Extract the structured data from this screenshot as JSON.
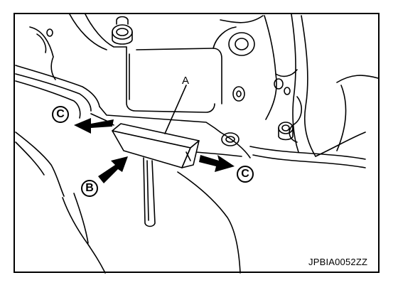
{
  "labels": {
    "part_a": "A",
    "callout_b": "B",
    "callout_c_left": "C",
    "callout_c_right": "C"
  },
  "figure_id": "JPBIA0052ZZ",
  "colors": {
    "line": "#000000",
    "background": "#ffffff"
  }
}
